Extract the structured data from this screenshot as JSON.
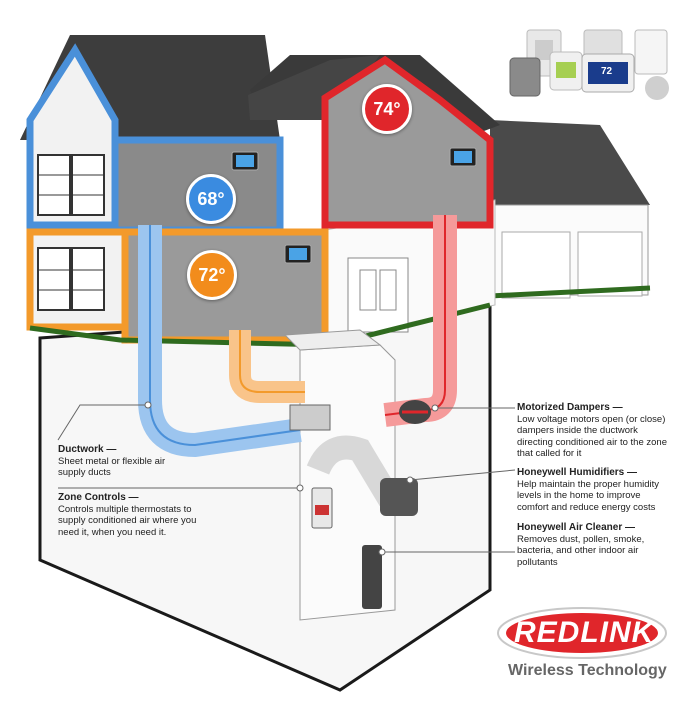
{
  "temperatures": {
    "bedroom_blue": "68°",
    "living_orange": "72°",
    "nursery_red": "74°"
  },
  "colors": {
    "zone_blue": "#4a90d9",
    "zone_orange": "#f39a2b",
    "zone_red": "#e0262b",
    "roof": "#3d3d3d",
    "grass": "#2f6b1f"
  },
  "callouts": {
    "ductwork": {
      "title": "Ductwork —",
      "desc": "Sheet metal or flexible air supply ducts"
    },
    "zone_controls": {
      "title": "Zone Controls —",
      "desc": "Controls multiple thermostats to supply conditioned air where you need it, when you need it."
    },
    "dampers": {
      "title": "Motorized Dampers —",
      "desc": "Low voltage motors open (or close) dampers inside the ductwork directing conditioned air to the zone that called for it"
    },
    "humidifiers": {
      "title": "Honeywell Humidifiers —",
      "desc": "Help maintain the proper humidity levels in the home to improve comfort and reduce energy costs"
    },
    "air_cleaner": {
      "title": "Honeywell Air Cleaner —",
      "desc": "Removes dust, pollen, smoke, bacteria, and other indoor air pollutants"
    }
  },
  "thermostat_display": "72",
  "brand": {
    "logo_text": "REDLINK",
    "tagline": "Wireless Technology"
  }
}
